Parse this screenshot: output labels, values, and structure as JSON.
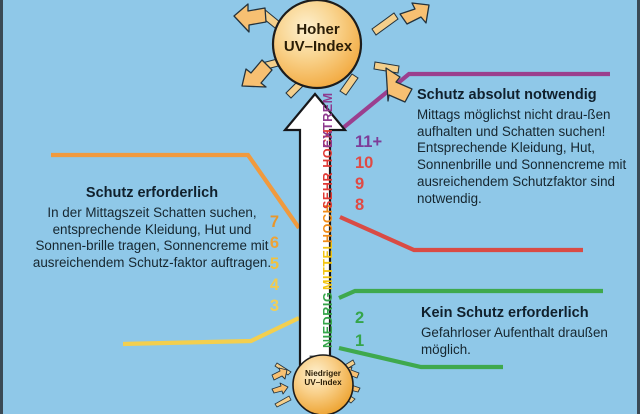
{
  "title": "UV-Index Schutzmaßnahmen Infografik",
  "background_color": "#8fc8e8",
  "sun_top": {
    "name": "hoher-uv-index-sun",
    "line1": "Hoher",
    "line2": "UV–Index",
    "fill": "#f6c36a"
  },
  "sun_bottom": {
    "name": "niedriger-uv-index-sun",
    "line1": "Niedriger",
    "line2": "UV–Index",
    "fill": "#f6c36a"
  },
  "arrow": {
    "label": "uv-index-scale-arrow",
    "fill": "#ffffff",
    "stroke": "#1a1a1a"
  },
  "scale_labels": [
    {
      "text": "NIEDRIG",
      "color": "#35a54a"
    },
    {
      "text": "MITTEL",
      "color": "#f2c512"
    },
    {
      "text": "HOCH",
      "color": "#f08c18"
    },
    {
      "text": "SEHR HOCH",
      "color": "#e03a36"
    },
    {
      "text": "EXTREM",
      "color": "#8e3a8e"
    }
  ],
  "numbers_right": [
    {
      "value": "11+",
      "color": "#7d3c98"
    },
    {
      "value": "10",
      "color": "#e04a44"
    },
    {
      "value": "9",
      "color": "#e04a44"
    },
    {
      "value": "8",
      "color": "#e04a44"
    },
    {
      "value": "2",
      "color": "#35a54a"
    },
    {
      "value": "1",
      "color": "#35a54a"
    }
  ],
  "numbers_left": [
    {
      "value": "7",
      "color": "#e8962a"
    },
    {
      "value": "6",
      "color": "#eda336"
    },
    {
      "value": "5",
      "color": "#f0c23f"
    },
    {
      "value": "4",
      "color": "#f2cb4c"
    },
    {
      "value": "3",
      "color": "#f2cf57"
    }
  ],
  "blocks": {
    "left": {
      "name": "schutz-erforderlich-block",
      "heading": "Schutz erforderlich",
      "body": "In der Mittagszeit Schatten suchen, entsprechende Kleidung, Hut und Sonnen-brille tragen, Sonnencreme mit ausreichendem Schutz-faktor auftragen.",
      "connector_color": "#f09a3e"
    },
    "right": {
      "name": "schutz-absolut-notwendig-block",
      "heading": "Schutz absolut notwendig",
      "body": "Mittags möglichst nicht drau-ßen aufhalten und Schatten suchen! Entsprechende Kleidung, Hut, Sonnenbrille und Sonnencreme mit ausreichendem Schutzfaktor sind notwendig.",
      "connector_color": "#9b3f8e"
    },
    "green": {
      "name": "kein-schutz-erforderlich-block",
      "heading": "Kein Schutz erforderlich",
      "body": "Gefahrloser Aufenthalt draußen möglich.",
      "connector_color": "#3fa94d"
    }
  },
  "connector_lines": [
    {
      "name": "purple-connector",
      "color": "#9b3f8e"
    },
    {
      "name": "red-connector",
      "color": "#d94b44"
    },
    {
      "name": "green-connector-upper",
      "color": "#3fa94d"
    },
    {
      "name": "green-connector-lower",
      "color": "#3fa94d"
    },
    {
      "name": "orange-connector",
      "color": "#f09a3e"
    },
    {
      "name": "yellow-connector",
      "color": "#f3cf4f"
    }
  ]
}
